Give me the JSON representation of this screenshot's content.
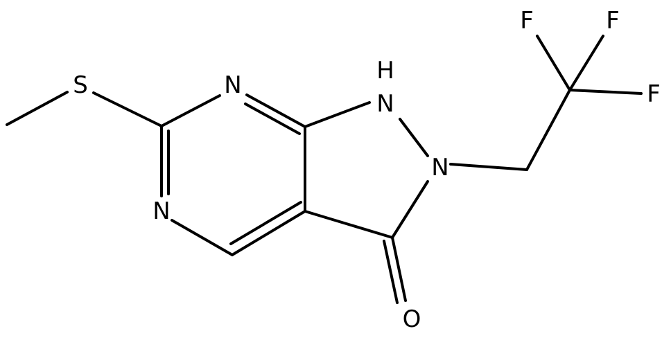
{
  "molecule": {
    "atoms": {
      "s": "S",
      "n_top": "N",
      "n_bottom": "N",
      "nh": "H",
      "n1": "N",
      "n2": "N",
      "o": "O",
      "f_left": "F",
      "f_middle": "F",
      "f_right": "F"
    }
  },
  "colors": {
    "bond": "#000000",
    "label": "#000000",
    "background": "#ffffff"
  }
}
